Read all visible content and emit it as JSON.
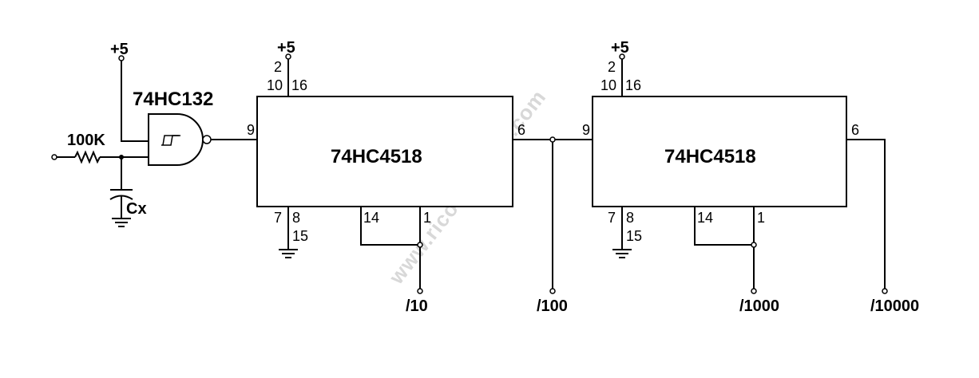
{
  "watermark": "www.ricordare-jul.com",
  "gate": {
    "part": "74HC132",
    "supply": "+5",
    "resistor": "100K",
    "capacitor": "Cx"
  },
  "counter1": {
    "part": "74HC4518",
    "supply": "+5",
    "pins": {
      "p2": "2",
      "p10": "10",
      "p16": "16",
      "p9": "9",
      "p6": "6",
      "p7": "7",
      "p8": "8",
      "p15": "15",
      "p14": "14",
      "p1": "1"
    }
  },
  "counter2": {
    "part": "74HC4518",
    "supply": "+5",
    "pins": {
      "p2": "2",
      "p10": "10",
      "p16": "16",
      "p9": "9",
      "p6": "6",
      "p7": "7",
      "p8": "8",
      "p15": "15",
      "p14": "14",
      "p1": "1"
    }
  },
  "outputs": [
    "/10",
    "/100",
    "/1000",
    "/10000"
  ]
}
